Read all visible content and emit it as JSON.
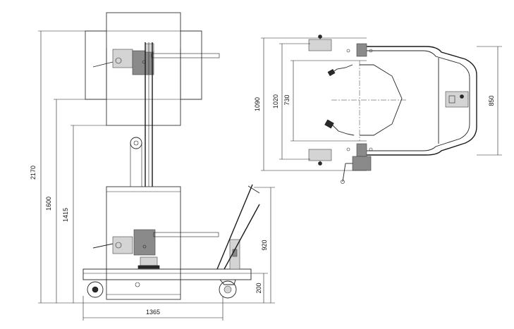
{
  "dimensions": {
    "overall_height": "2170",
    "raised_drum_bottom_height": "1600",
    "pulley_height": "1415",
    "handle_height": "920",
    "base_height": "200",
    "overall_length": "1365",
    "top_overall_length": "1090",
    "top_wheel_span": "1020",
    "top_drum_diameter": "730",
    "top_width": "850"
  },
  "colors": {
    "line": "#222222",
    "part_fill": "#8a8a8a",
    "part_light_fill": "#d4d4d4",
    "background": "#ffffff"
  }
}
